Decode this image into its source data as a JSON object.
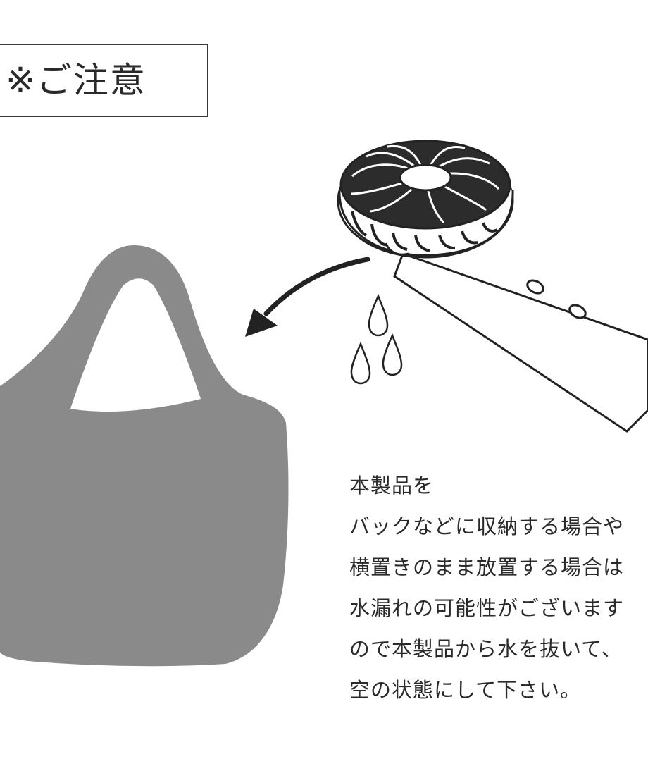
{
  "notice": {
    "title": "※ご注意"
  },
  "body_text": {
    "lines": [
      "本製品を",
      "バックなどに収納する場合や",
      "横置きのまま放置する場合は",
      "水漏れの可能性がございます",
      "ので本製品から水を抜いて、",
      "空の状態にして下さい。"
    ]
  },
  "illustration": {
    "bag_color": "#8a8a8a",
    "line_color": "#222222",
    "icons": [
      "tote-bag-icon",
      "handheld-fan-icon",
      "curved-arrow-icon",
      "water-drop-icon"
    ]
  }
}
